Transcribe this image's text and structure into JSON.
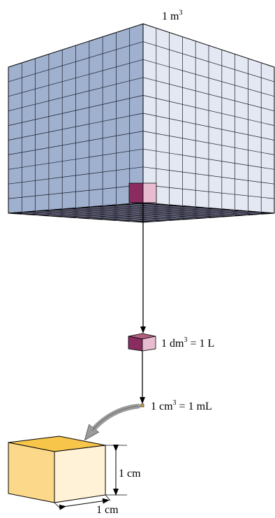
{
  "labels": {
    "cubic_meter": {
      "main": "1 m",
      "exp": "3"
    },
    "cubic_decimeter": {
      "main": "1 dm",
      "exp": "3",
      "rest": " = 1 L"
    },
    "cubic_centimeter": {
      "main": "1 cm",
      "exp": "3",
      "rest": " = 1 mL"
    },
    "edge_height": "1 cm",
    "edge_width": "1 cm"
  },
  "colors": {
    "large_front": "#9fb1cf",
    "large_side": "#e3e8f2",
    "grid_line": "#1c1c2a",
    "dm_cube_front": "#8a2c60",
    "dm_cube_side": "#e8bcd0",
    "small_cube_top": "#f6c54a",
    "small_cube_front": "#fcd98a",
    "small_cube_side": "#fff2d6",
    "curved_arrow": "#9a9a9a"
  }
}
